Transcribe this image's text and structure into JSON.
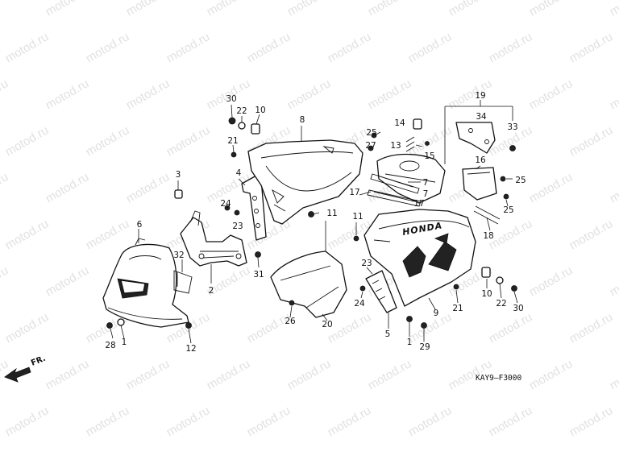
{
  "diagram": {
    "watermark_text": "motod.ru",
    "drawing_code": "KAY9—F3000",
    "front_marker": "FR.",
    "brand_text": "HONDA",
    "callouts": [
      {
        "id": "c30a",
        "label": "30"
      },
      {
        "id": "c22a",
        "label": "22"
      },
      {
        "id": "c10a",
        "label": "10"
      },
      {
        "id": "c21a",
        "label": "21"
      },
      {
        "id": "c8",
        "label": "8"
      },
      {
        "id": "c4",
        "label": "4"
      },
      {
        "id": "c3",
        "label": "3"
      },
      {
        "id": "c24a",
        "label": "24"
      },
      {
        "id": "c23a",
        "label": "23"
      },
      {
        "id": "c11a",
        "label": "11"
      },
      {
        "id": "c6",
        "label": "6"
      },
      {
        "id": "c32",
        "label": "32"
      },
      {
        "id": "c2",
        "label": "2"
      },
      {
        "id": "c31",
        "label": "31"
      },
      {
        "id": "c28",
        "label": "28"
      },
      {
        "id": "c1a",
        "label": "1"
      },
      {
        "id": "c12",
        "label": "12"
      },
      {
        "id": "c25a",
        "label": "25"
      },
      {
        "id": "c27",
        "label": "27"
      },
      {
        "id": "c14",
        "label": "14"
      },
      {
        "id": "c13",
        "label": "13"
      },
      {
        "id": "c15",
        "label": "15"
      },
      {
        "id": "c19",
        "label": "19"
      },
      {
        "id": "c34",
        "label": "34"
      },
      {
        "id": "c33",
        "label": "33"
      },
      {
        "id": "c7a",
        "label": "7"
      },
      {
        "id": "c17a",
        "label": "17"
      },
      {
        "id": "c7b",
        "label": "7"
      },
      {
        "id": "c17b",
        "label": "17"
      },
      {
        "id": "c16",
        "label": "16"
      },
      {
        "id": "c25b",
        "label": "25"
      },
      {
        "id": "c25c",
        "label": "25"
      },
      {
        "id": "c18",
        "label": "18"
      },
      {
        "id": "c11b",
        "label": "11"
      },
      {
        "id": "c26",
        "label": "26"
      },
      {
        "id": "c20",
        "label": "20"
      },
      {
        "id": "c23b",
        "label": "23"
      },
      {
        "id": "c24b",
        "label": "24"
      },
      {
        "id": "c5",
        "label": "5"
      },
      {
        "id": "c1b",
        "label": "1"
      },
      {
        "id": "c29",
        "label": "29"
      },
      {
        "id": "c9",
        "label": "9"
      },
      {
        "id": "c21b",
        "label": "21"
      },
      {
        "id": "c10b",
        "label": "10"
      },
      {
        "id": "c22b",
        "label": "22"
      },
      {
        "id": "c30b",
        "label": "30"
      }
    ]
  }
}
